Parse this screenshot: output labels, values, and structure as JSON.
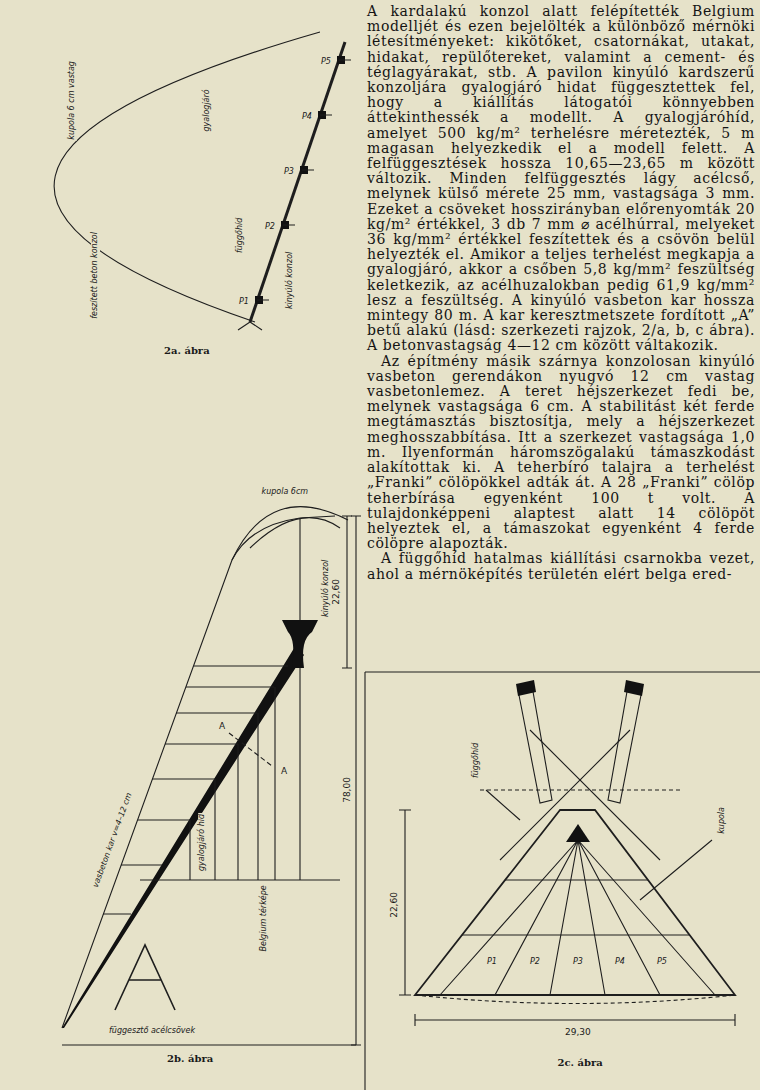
{
  "diagram": {
    "labels": [
      "A kardalakú konzol alatt felépítették Belgium modelljét és ezen bejelölték a különböző mérnöki létesítményeket: kikötőket, csatornákat, utakat, hidakat, repülőtereket, valamint a cement- és téglagyárakat, stb. A pavilon kinyúló kardszerű konzoljára gyalogjáró hidat függesztettek fel, hogy a kiállítás látogatói könnyebben áttekinthessék a modellt. A gyalogjáróhíd, amelyet 500 kg/m² terhelésre méretezték, 5 m magasan helyezkedik el a modell felett. A felfüggesztések hossza 10,65—23,65 m között változik. Minden felfüggesztés lágy acélcső, melynek külső mérete 25 mm, vastagsága 3 mm. Ezeket a csöveket hosszirányban előrenyomták 20 kg/m² értékkel, 3 db 7 mm ⌀ acélhúrral, melyeket 36 kg/mm² értékkel feszítettek és a csövön belül helyezték el. Amikor a teljes terhelést megkapja a gyalogjáró, akkor a csőben 5,8 kg/mm² feszültség keletkezik, az acélhuzalokban pedig 61,9 kg/mm² lesz a feszültség. A kinyúló vasbeton kar hossza mintegy 80 m. A kar keresztmetszete fordított „A” betű alakú (lásd: szerkezeti rajzok, 2/a, b, c ábra). A betonvastagság 4—12 cm között váltakozik.",
      "Az építmény másik szárnya konzolosan kinyúló vasbeton gerendákon nyugvó 12 cm vastag vasbetonlemez. A teret héjszerkezet fedi be, melynek vastagsága 6 cm. A stabilitást két ferde megtámasztás bisztosítja, mely a héjszerkezet meghosszabbítása. Itt a szerkezet vastagsága 1,0 m. Ilyenformán háromszögalakú támaszkodást alakítottak ki. A teherbíró talajra a terhelést „Franki” cölöpökkel adták át. A 28 „Franki” cölöp teherbírása egyenként 100 t volt. A tulajdonképpeni alaptest alatt 14 cölöpöt helyeztek el, a támaszokat egyenként 4 ferde cölöpre alapozták.",
      "A függőhíd hatalmas kiállítási csarnokba vezet, ahol a mérnöképítés területén elért belga ered-",
      "2a. ábra",
      "2b. ábra",
      "2c. ábra",
      "78,00",
      "22,60",
      "29,30",
      "22,60",
      "kupola 6 cm vastag",
      "gyalogjáró",
      "függőhíd",
      "kinyúló konzol",
      "feszített beton konzol",
      "P1",
      "P2",
      "P3",
      "P4",
      "P5",
      "kupola 6cm",
      "kinyúló konzol",
      "vasbeton kar v=4–12 cm",
      "függesztő acélcsövek",
      "Belgium térképe",
      "gyalogjáró híd",
      "A",
      "A",
      "P1",
      "P2",
      "P3",
      "P4",
      "P5",
      "kupola",
      "függőhíd"
    ]
  }
}
